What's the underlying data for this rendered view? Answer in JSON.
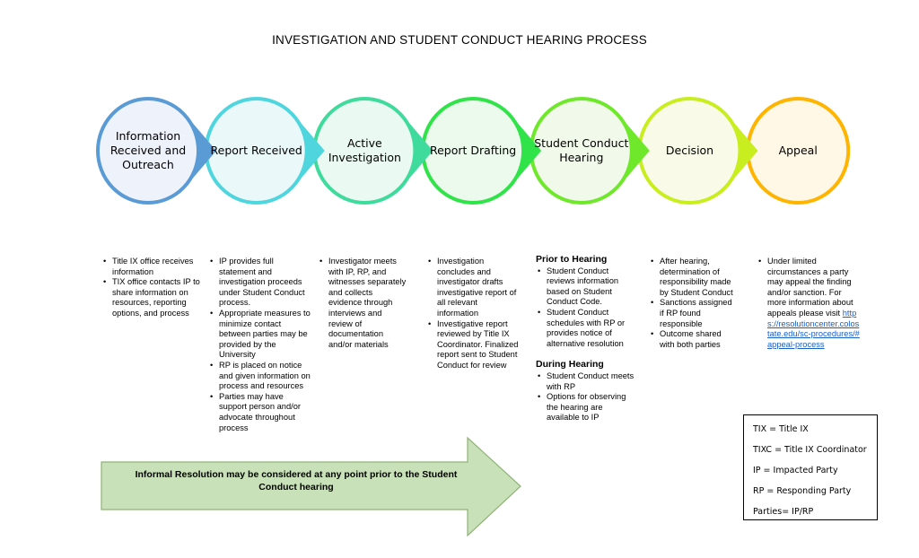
{
  "title": "INVESTIGATION AND STUDENT CONDUCT HEARING PROCESS",
  "stages": [
    {
      "label": "Information Received and Outreach",
      "stroke": "#5b9bd5",
      "fill": "#eef3fb"
    },
    {
      "label": "Report Received",
      "stroke": "#4fd5dd",
      "fill": "#eaf8fa"
    },
    {
      "label": "Active Investigation",
      "stroke": "#3fdb9c",
      "fill": "#eaf9f2"
    },
    {
      "label": "Report Drafting",
      "stroke": "#2fe349",
      "fill": "#ebfaec"
    },
    {
      "label": "Student Conduct Hearing",
      "stroke": "#6fe82c",
      "fill": "#f0f9ea"
    },
    {
      "label": "Decision",
      "stroke": "#c8ee1f",
      "fill": "#f9fbe8"
    },
    {
      "label": "Appeal",
      "stroke": "#ffb400",
      "fill": "#fff8e6"
    }
  ],
  "details": {
    "info": [
      "Title IX office receives information",
      "TIX office contacts IP to share information on resources, reporting options, and process"
    ],
    "report": [
      "IP provides full statement and investigation proceeds under Student Conduct process.",
      "Appropriate measures to minimize contact between parties may be provided by the University",
      "RP is placed on notice and given information on process and resources",
      "Parties may have support person and/or advocate throughout process"
    ],
    "investigation": [
      "Investigator meets with IP, RP, and witnesses separately and collects evidence through interviews and review of documentation and/or materials"
    ],
    "drafting": [
      "Investigation concludes and investigator drafts investigative report of all relevant information",
      "Investigative report reviewed by Title IX Coordinator. Finalized report sent to Student Conduct for review"
    ],
    "hearing": {
      "prior_heading": "Prior to Hearing",
      "prior": [
        "Student Conduct reviews information based on Student Conduct Code.",
        "Student Conduct schedules with RP or provides notice of alternative resolution"
      ],
      "during_heading": "During Hearing",
      "during": [
        "Student Conduct meets with RP",
        "Options for observing the hearing are available to IP"
      ]
    },
    "decision": [
      "After hearing, determination of responsibility made by Student Conduct",
      "Sanctions assigned if RP found responsible",
      "Outcome shared with both parties"
    ],
    "appeal": {
      "text": "Under limited circumstances a party may appeal the finding and/or sanction. For more information about appeals please visit",
      "link": "https://resolutioncenter.colostate.edu/sc-procedures/#appeal-process"
    }
  },
  "arrow_text": "Informal Resolution may be considered at any point prior to the Student Conduct hearing",
  "legend": [
    "TIX = Title IX",
    "TIXC = Title IX Coordinator",
    "IP = Impacted Party",
    "RP = Responding Party",
    "Parties= IP/RP"
  ]
}
